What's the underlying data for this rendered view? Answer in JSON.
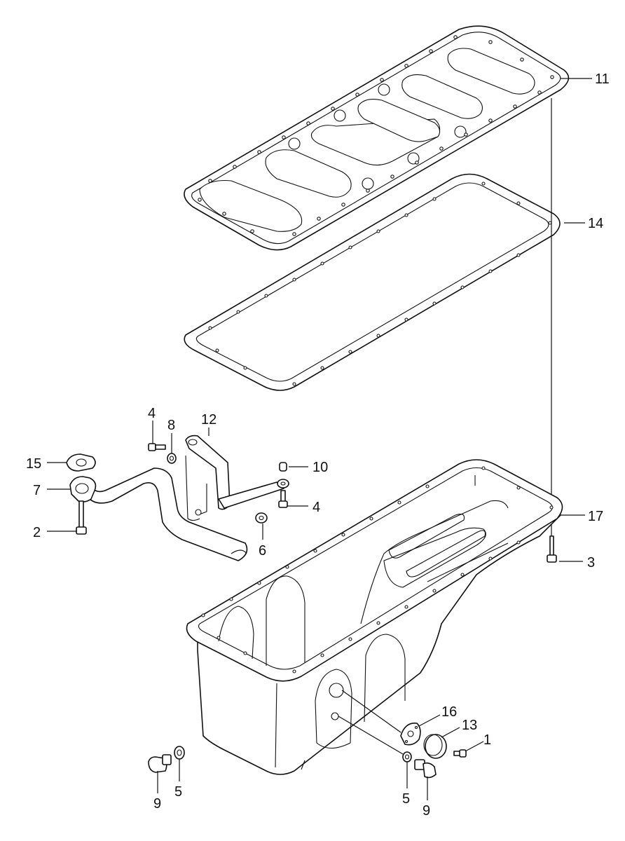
{
  "callouts": {
    "c1": "1",
    "c2": "2",
    "c3": "3",
    "c4a": "4",
    "c4b": "4",
    "c5a": "5",
    "c5b": "5",
    "c6": "6",
    "c7": "7",
    "c8": "8",
    "c9a": "9",
    "c9b": "9",
    "c10": "10",
    "c11": "11",
    "c12": "12",
    "c13": "13",
    "c14": "14",
    "c15": "15",
    "c16": "16",
    "c17": "17"
  }
}
